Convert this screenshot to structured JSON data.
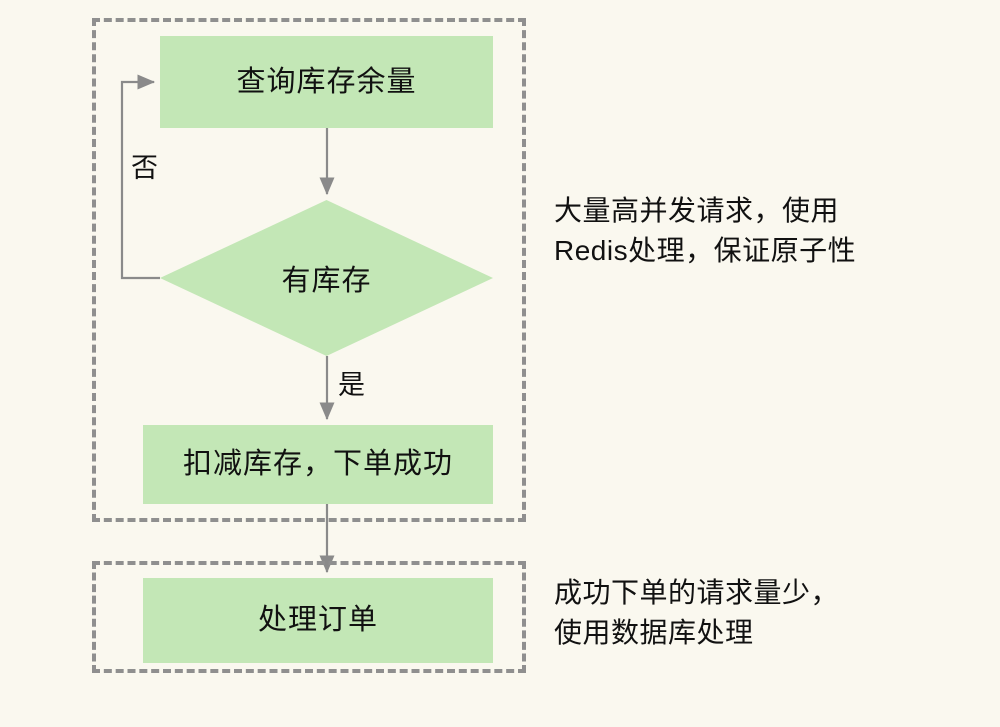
{
  "diagram": {
    "type": "flowchart",
    "background_color": "#faf8ef",
    "node_fill_color": "#c3e7b6",
    "group_border_color": "#8f8f8f",
    "connector_color": "#8a8a8a",
    "text_color": "#111111",
    "nodes": [
      {
        "id": "query-stock",
        "shape": "rectangle",
        "label": "查询库存余量"
      },
      {
        "id": "has-stock",
        "shape": "diamond",
        "label": "有库存"
      },
      {
        "id": "deduct-stock",
        "shape": "rectangle",
        "label": "扣减库存，下单成功"
      },
      {
        "id": "process-order",
        "shape": "rectangle",
        "label": "处理订单"
      }
    ],
    "edges": [
      {
        "from": "query-stock",
        "to": "has-stock",
        "label": ""
      },
      {
        "from": "has-stock",
        "to": "query-stock",
        "label": "否"
      },
      {
        "from": "has-stock",
        "to": "deduct-stock",
        "label": "是"
      },
      {
        "from": "deduct-stock",
        "to": "process-order",
        "label": ""
      }
    ],
    "groups": [
      {
        "id": "redis-group",
        "members": [
          "query-stock",
          "has-stock",
          "deduct-stock"
        ],
        "annotation": "大量高并发请求，使用\nRedis处理，保证原子性"
      },
      {
        "id": "db-group",
        "members": [
          "process-order"
        ],
        "annotation": "成功下单的请求量少，\n使用数据库处理"
      }
    ]
  }
}
